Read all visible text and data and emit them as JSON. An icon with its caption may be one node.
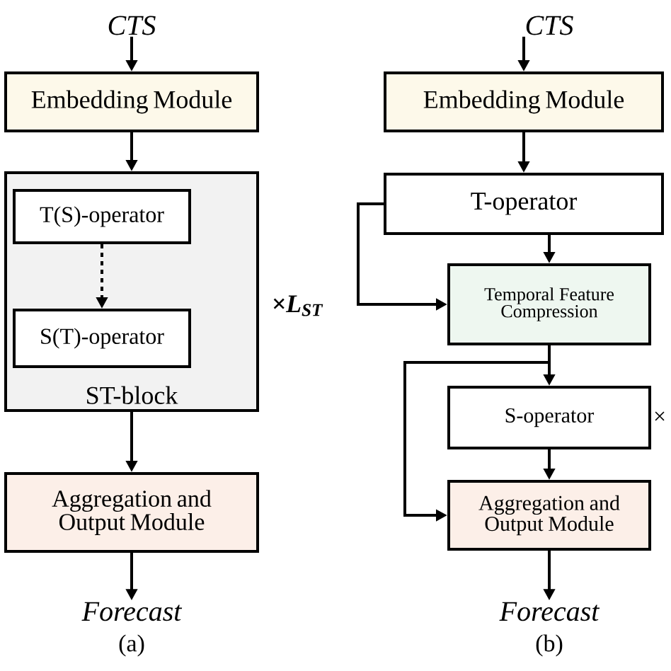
{
  "diagram": {
    "nodes": [
      {
        "text": [
          "CTS"
        ]
      },
      {
        "text": [
          "Embedding Module"
        ]
      },
      {
        "text": [
          "ST-block"
        ]
      },
      {
        "text": [
          "T(S)-operator"
        ],
        "in": 2
      },
      {
        "text": [
          "S(T)-operator"
        ],
        "in": 2
      },
      {
        "text": [
          "Aggregation and Output Module"
        ]
      },
      {
        "text": [
          "Forecast"
        ]
      },
      {
        "text": [
          "CTS"
        ]
      },
      {
        "text": [
          "Embedding Module"
        ]
      },
      {
        "text": [
          "T-operator"
        ]
      },
      {
        "text": [
          "Temporal Feature Compression"
        ]
      },
      {
        "text": [
          "S-operator"
        ]
      },
      {
        "text": [
          "Aggregation and Output Module"
        ]
      },
      {
        "text": [
          "Forecast"
        ]
      }
    ],
    "edges": [
      {
        "from": 0,
        "to": 1,
        "arrow": "to"
      },
      {
        "from": 1,
        "to": 2,
        "arrow": "to"
      },
      {
        "from": 3,
        "to": 4,
        "arrow": "to",
        "style": "dashed"
      },
      {
        "from": 2,
        "to": 5,
        "arrow": "to"
      },
      {
        "from": 5,
        "to": 6,
        "arrow": "to"
      },
      {
        "from": 7,
        "to": 8,
        "arrow": "to"
      },
      {
        "from": 8,
        "to": 9,
        "arrow": "to"
      },
      {
        "from": 9,
        "to": 10,
        "arrow": "to"
      },
      {
        "from": 9,
        "to": 10,
        "arrow": "to"
      },
      {
        "from": 10,
        "to": 11,
        "arrow": "to"
      },
      {
        "from": 10,
        "to": 12,
        "arrow": "to"
      },
      {
        "from": 11,
        "to": 12,
        "arrow": "to"
      },
      {
        "from": 12,
        "to": 13,
        "arrow": "to"
      }
    ],
    "labels": [
      "×L$_{ST}$",
      "(a)",
      "×",
      "(b)"
    ]
  }
}
